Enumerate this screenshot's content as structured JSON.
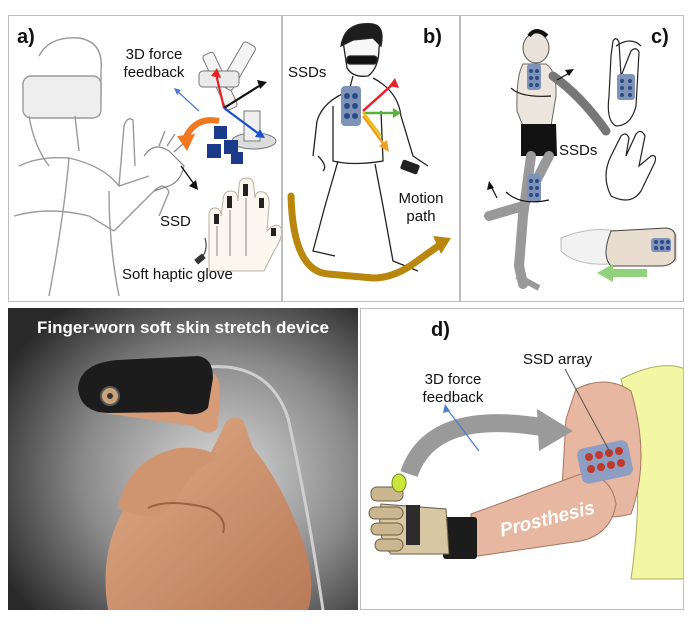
{
  "panel_a": {
    "label": "a)",
    "force_feedback": [
      "3D force",
      "feedback"
    ],
    "ssd": "SSD",
    "glove": "Soft haptic glove"
  },
  "panel_b": {
    "label": "b)",
    "ssds": "SSDs",
    "motion_path": [
      "Motion",
      "path"
    ]
  },
  "panel_c": {
    "label": "c)",
    "ssds": "SSDs"
  },
  "panel_photo": {
    "title": "Finger-worn soft skin stretch device"
  },
  "panel_d": {
    "label": "d)",
    "ssd_array": "SSD array",
    "force_feedback": [
      "3D force",
      "feedback"
    ],
    "prosthesis": "Prosthesis"
  },
  "colors": {
    "force_red": "#e8212b",
    "force_green": "#59b33a",
    "force_blue": "#1f4fd1",
    "force_orange": "#f0a020",
    "motion_path": "#b8870b",
    "ssd_pad": "#7f93b8",
    "ssd_dot": "#2b4a86",
    "prosthesis": "#e8b7a1",
    "shirt": "#f3f7a3",
    "green_arrow": "#8fd27b",
    "grey_arrow": "#9a9a9a"
  }
}
